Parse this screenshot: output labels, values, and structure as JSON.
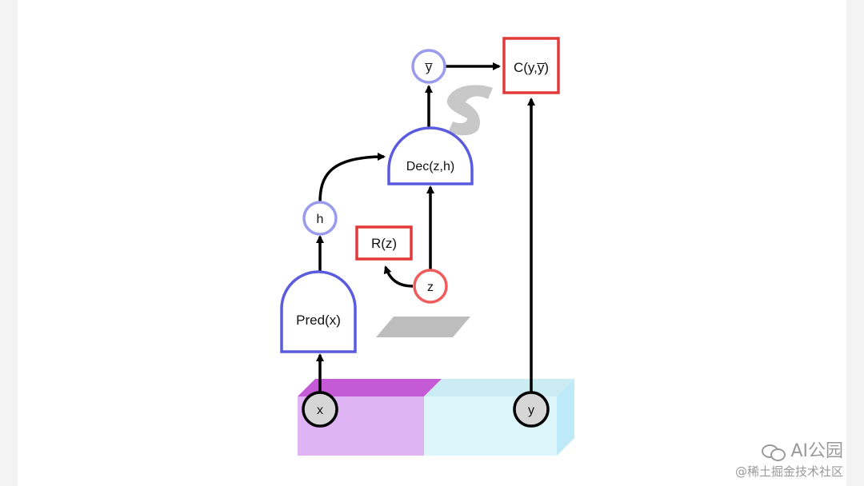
{
  "diagram": {
    "nodes": {
      "x": "x",
      "y": "y",
      "pred": "Pred(x)",
      "h": "h",
      "dec": "Dec(z,h)",
      "ybar": "y̅",
      "cost": "C(y,y̅)",
      "reg": "R(z)",
      "z": "z"
    },
    "colors": {
      "blue_module": "#5b5be0",
      "blue_variable": "#9b9bee",
      "red_cost": "#e23a3a",
      "red_variable": "#ee5c5c",
      "observed_fill": "#d6d6d6",
      "x_box_front": "#e0b4f4",
      "x_box_side": "#d052dc",
      "y_box_front": "#dcf6fb",
      "y_box_side": "#bdeaf6",
      "latent_plane": "#bdbdbd",
      "arrow": "#000000"
    }
  },
  "watermark": {
    "brand": "AI公园",
    "site": "@稀土掘金技术社区",
    "icon": "wechat-icon"
  }
}
